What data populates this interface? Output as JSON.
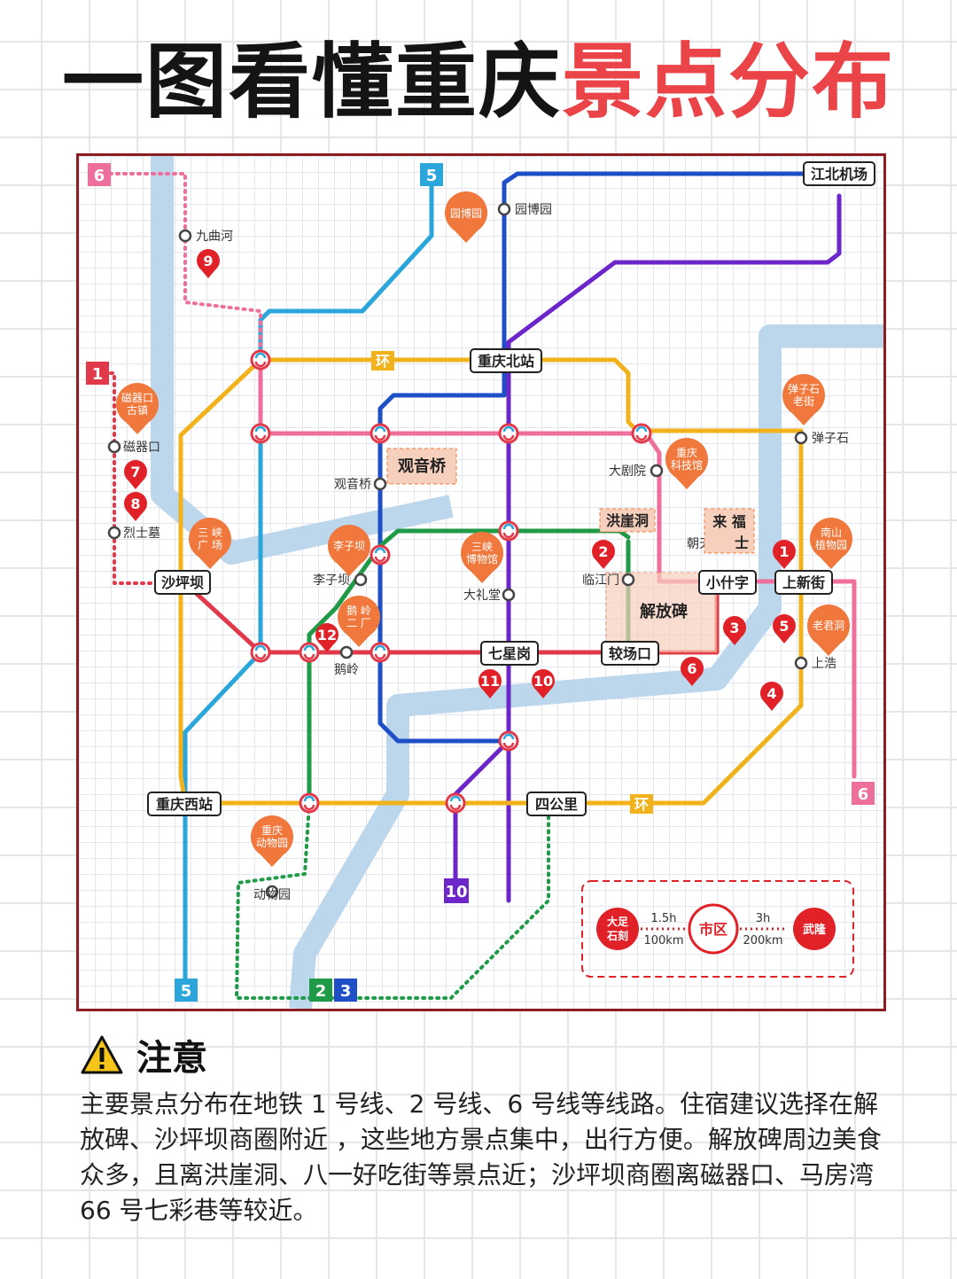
{
  "title": {
    "part1": "一图看懂重庆",
    "part2": "景点分布"
  },
  "colors": {
    "line1": "#e2394a",
    "line2": "#1f9a47",
    "line3": "#1f4fc7",
    "line5": "#2aa6da",
    "line6": "#ef6f9c",
    "line10": "#6d26c9",
    "loop": "#f2b21b",
    "river": "#bcd6ec",
    "pin": "#f0783c",
    "poi": "#e02228"
  },
  "map": {
    "line_badges": {
      "l6_top": "6",
      "l5_top": "5",
      "l1": "1",
      "l6_bottom": "6",
      "l5_bottom": "5",
      "l2": "2",
      "l3": "3",
      "l10": "10"
    },
    "loop_labels": [
      "环",
      "环"
    ],
    "stations": {
      "jiangbei_airport": "江北机场",
      "yuanboyuan": "园博园",
      "jiuquhe": "九曲河",
      "chongqing_north": "重庆北站",
      "ciqikou": "磁器口",
      "lieshimu": "烈士墓",
      "guanyinqiao": "观音桥",
      "dajuyuan": "大剧院",
      "danzishi": "弹子石",
      "hongyadong": "洪崖洞",
      "laifushi_a": "来 福",
      "laifushi_b": "士",
      "chaotianmen": "朝天门",
      "liziba": "李子坝",
      "linjiangmen": "临江门",
      "xiaoshizi": "小什字",
      "shangxinjie": "上新街",
      "shapingba": "沙坪坝",
      "dalitang": "大礼堂",
      "jiefangbei": "解放碑",
      "jiaochangkou": "较场口",
      "qixinggang": "七星岗",
      "eling": "鹅岭",
      "shangshao": "上浩",
      "chongqing_west": "重庆西站",
      "sigongli": "四公里",
      "dongwuyuan": "动物园"
    },
    "pins": {
      "yuanboyuan": "园博园",
      "ciqikou_old_town": "磁器口\n古镇",
      "sanxia_square": "三 峡\n广 场",
      "liziba": "李子坝",
      "sanxia_museum": "三峡\n博物馆",
      "eling_factory": "鹅 岭\n二 厂",
      "science_museum": "重庆\n科技馆",
      "danzishi_street": "弹子石\n老街",
      "nanshan_garden": "南山\n植物园",
      "laojundong": "老君洞",
      "zoo": "重庆\n动物园"
    },
    "poi_numbers": [
      "9",
      "7",
      "8",
      "12",
      "2",
      "1",
      "3",
      "5",
      "6",
      "4",
      "11",
      "10"
    ],
    "legend": {
      "dazu_a": "大足",
      "dazu_b": "石刻",
      "time1": "1.5h",
      "dist1": "100km",
      "city": "市区",
      "time2": "3h",
      "dist2": "200km",
      "wulong": "武隆"
    }
  },
  "notice": {
    "title": "注意",
    "body": "主要景点分布在地铁 1 号线、2 号线、6 号线等线路。住宿建议选择在解放碑、沙坪坝商圈附近 ，这些地方景点集中，出行方便。解放碑周边美食众多，且离洪崖洞、八一好吃街等景点近；沙坪坝商圈离磁器口、马房湾 66 号七彩巷等较近。"
  }
}
